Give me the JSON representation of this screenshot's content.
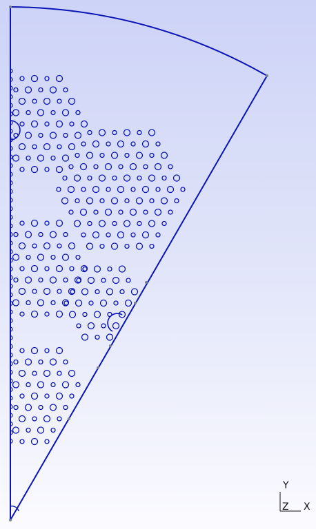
{
  "viewer": {
    "background_top": "#cdd3f7",
    "background_bottom": "#fbfbff",
    "line_color": "#0b14b4",
    "node_color": "#7a7f95"
  },
  "axis_triad": {
    "y_label": "Y",
    "z_label": "Z",
    "x_label": "X"
  }
}
